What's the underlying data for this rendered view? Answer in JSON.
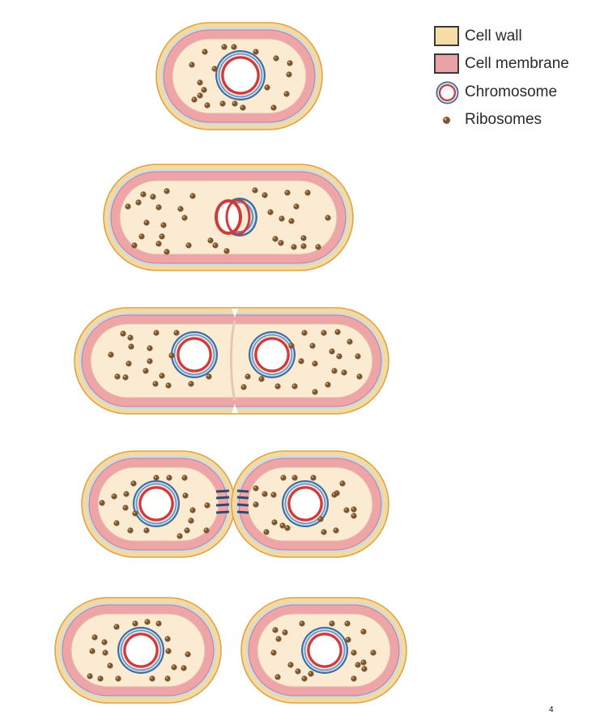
{
  "legend": {
    "items": [
      {
        "label": "Cell wall",
        "icon": "cell-wall-swatch"
      },
      {
        "label": "Cell membrane",
        "icon": "cell-membrane-swatch"
      },
      {
        "label": "Chromosome",
        "icon": "chromosome-ring"
      },
      {
        "label": "Ribosomes",
        "icon": "ribosome-dot"
      }
    ]
  },
  "page": {
    "number": "4"
  },
  "colors": {
    "wall": "#f5d9a0",
    "wall_edge": "#d9a54a",
    "membrane": "#eda5a8",
    "membrane_edge": "#c97f86",
    "cytoplasm": "#fcebd3",
    "chromosome_blue": "#3f6fa0",
    "chromosome_red": "#cf3a3a",
    "ribosome": "#7b5630"
  },
  "stages": [
    {
      "name": "single-cell"
    },
    {
      "name": "chromosome-replication"
    },
    {
      "name": "cell-elongation"
    },
    {
      "name": "septum-formation"
    },
    {
      "name": "two-daughter-cells"
    }
  ]
}
